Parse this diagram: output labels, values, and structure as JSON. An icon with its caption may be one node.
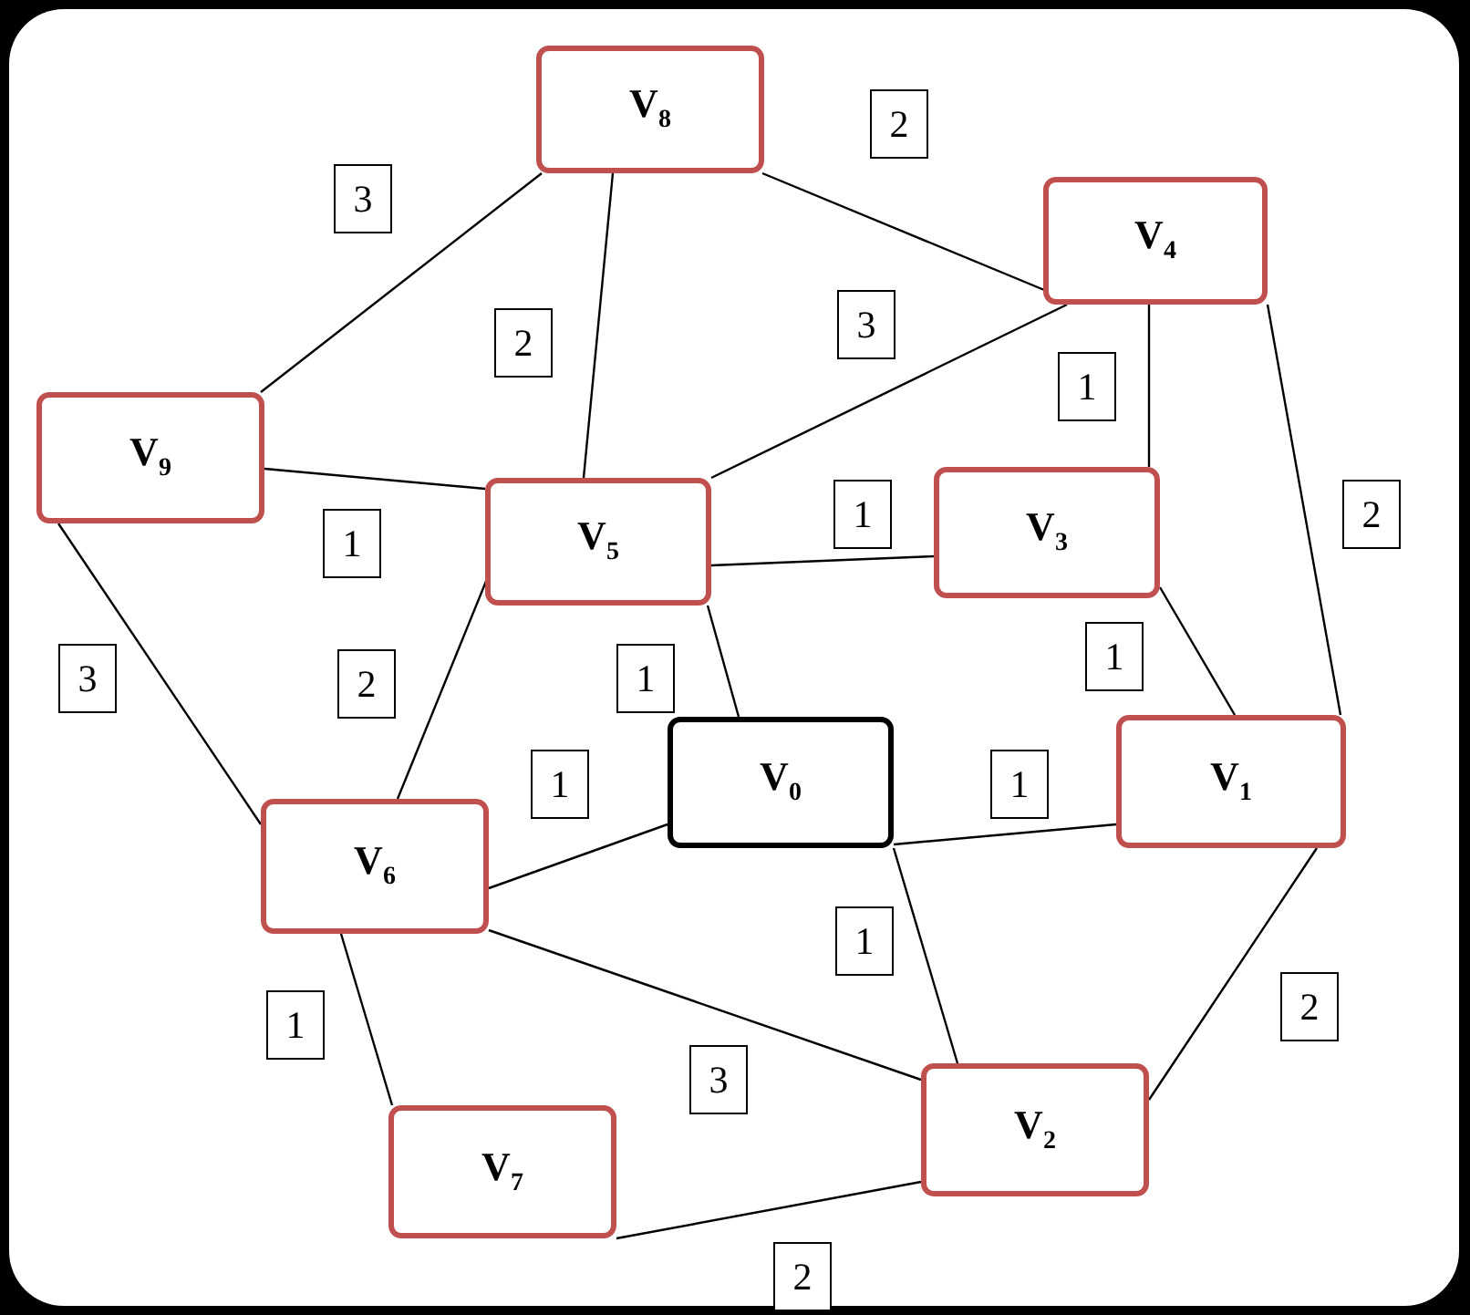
{
  "diagram": {
    "nodes": [
      {
        "text": [
          "V$_{8}$"
        ]
      },
      {
        "text": [
          "V$_{4}$"
        ]
      },
      {
        "text": [
          "V$_{9}$"
        ]
      },
      {
        "text": [
          "V$_{5}$"
        ]
      },
      {
        "text": [
          "V$_{3}$"
        ]
      },
      {
        "text": [
          "V$_{0}$"
        ]
      },
      {
        "text": [
          "V$_{1}$"
        ]
      },
      {
        "text": [
          "V$_{6}$"
        ]
      },
      {
        "text": [
          "V$_{2}$"
        ]
      },
      {
        "text": [
          "V$_{7}$"
        ]
      }
    ],
    "edges": [
      {
        "from": 0,
        "to": 2,
        "arrow": "none",
        "label": "3"
      },
      {
        "from": 0,
        "to": 1,
        "arrow": "none",
        "label": "2"
      },
      {
        "from": 0,
        "to": 3,
        "arrow": "none",
        "label": "2"
      },
      {
        "from": 1,
        "to": 3,
        "arrow": "none",
        "label": "3"
      },
      {
        "from": 1,
        "to": 4,
        "arrow": "none",
        "label": "1"
      },
      {
        "from": 1,
        "to": 6,
        "arrow": "none",
        "label": "2"
      },
      {
        "from": 2,
        "to": 3,
        "arrow": "none",
        "label": "1"
      },
      {
        "from": 2,
        "to": 7,
        "arrow": "none",
        "label": "3"
      },
      {
        "from": 3,
        "to": 4,
        "arrow": "none",
        "label": "1"
      },
      {
        "from": 3,
        "to": 7,
        "arrow": "none",
        "label": "2"
      },
      {
        "from": 3,
        "to": 5,
        "arrow": "none",
        "label": "1"
      },
      {
        "from": 4,
        "to": 6,
        "arrow": "none",
        "label": "1"
      },
      {
        "from": 7,
        "to": 5,
        "arrow": "none",
        "label": "1"
      },
      {
        "from": 5,
        "to": 6,
        "arrow": "none",
        "label": "1"
      },
      {
        "from": 5,
        "to": 8,
        "arrow": "none",
        "label": "1"
      },
      {
        "from": 7,
        "to": 8,
        "arrow": "none",
        "label": "3"
      },
      {
        "from": 7,
        "to": 9,
        "arrow": "none",
        "label": "1"
      },
      {
        "from": 6,
        "to": 8,
        "arrow": "none",
        "label": "2"
      },
      {
        "from": 9,
        "to": 8,
        "arrow": "none",
        "label": "2"
      }
    ]
  }
}
